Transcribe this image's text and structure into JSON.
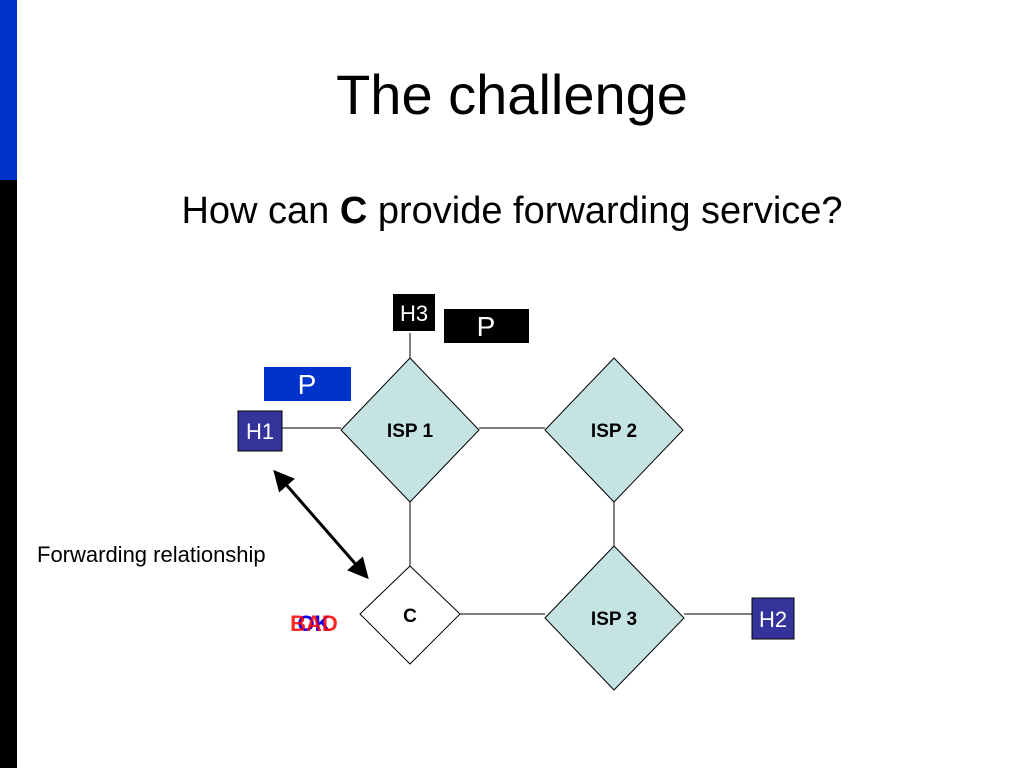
{
  "slide": {
    "title": "The challenge",
    "subtitle": {
      "prefix": "How can ",
      "emphasis": "C",
      "suffix": " provide forwarding service?"
    }
  },
  "colors": {
    "sidebar_top": "#0033cc",
    "sidebar_bottom": "#000000",
    "isp_fill": "#c5e3e3",
    "host_fill": "#333399",
    "packet_blue": "#0033cc",
    "packet_black": "#000000",
    "status_red": "#ff0000",
    "status_blue": "#0000ff"
  },
  "diagram": {
    "nodes": {
      "isp1": "ISP 1",
      "isp2": "ISP 2",
      "isp3": "ISP 3",
      "c": "C"
    },
    "hosts": {
      "h1": "H1",
      "h2": "H2",
      "h3": "H3"
    },
    "packets": {
      "blue": "P",
      "black": "P"
    },
    "relationship_label": "Forwarding relationship",
    "status": {
      "bad": "BAD",
      "ok": "OK"
    }
  }
}
